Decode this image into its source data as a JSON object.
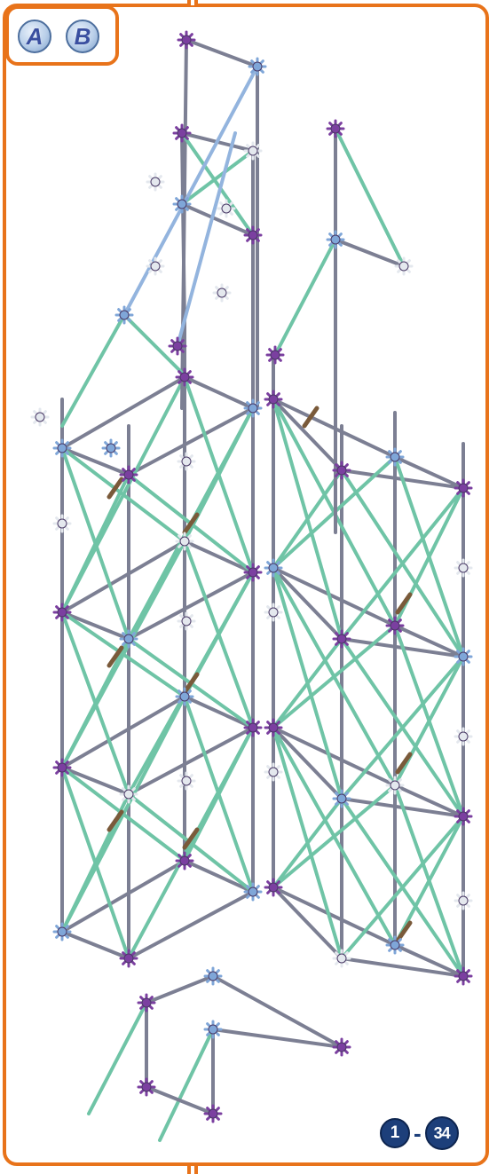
{
  "colors": {
    "frame": "#e8731a",
    "gray_rod": "#7c7f93",
    "green_rod": "#6fc4a6",
    "blue_rod": "#93b4de",
    "purple_connector": "#7b3fa0",
    "blue_connector": "#7fa6d8",
    "white_connector": "#e4e8ee",
    "brown_rod": "#7a5a3a",
    "step_badge": "#1d3f7a"
  },
  "badges": {
    "a": "A",
    "b": "B"
  },
  "steps": {
    "from": "1",
    "separator": "-",
    "to": "34"
  }
}
